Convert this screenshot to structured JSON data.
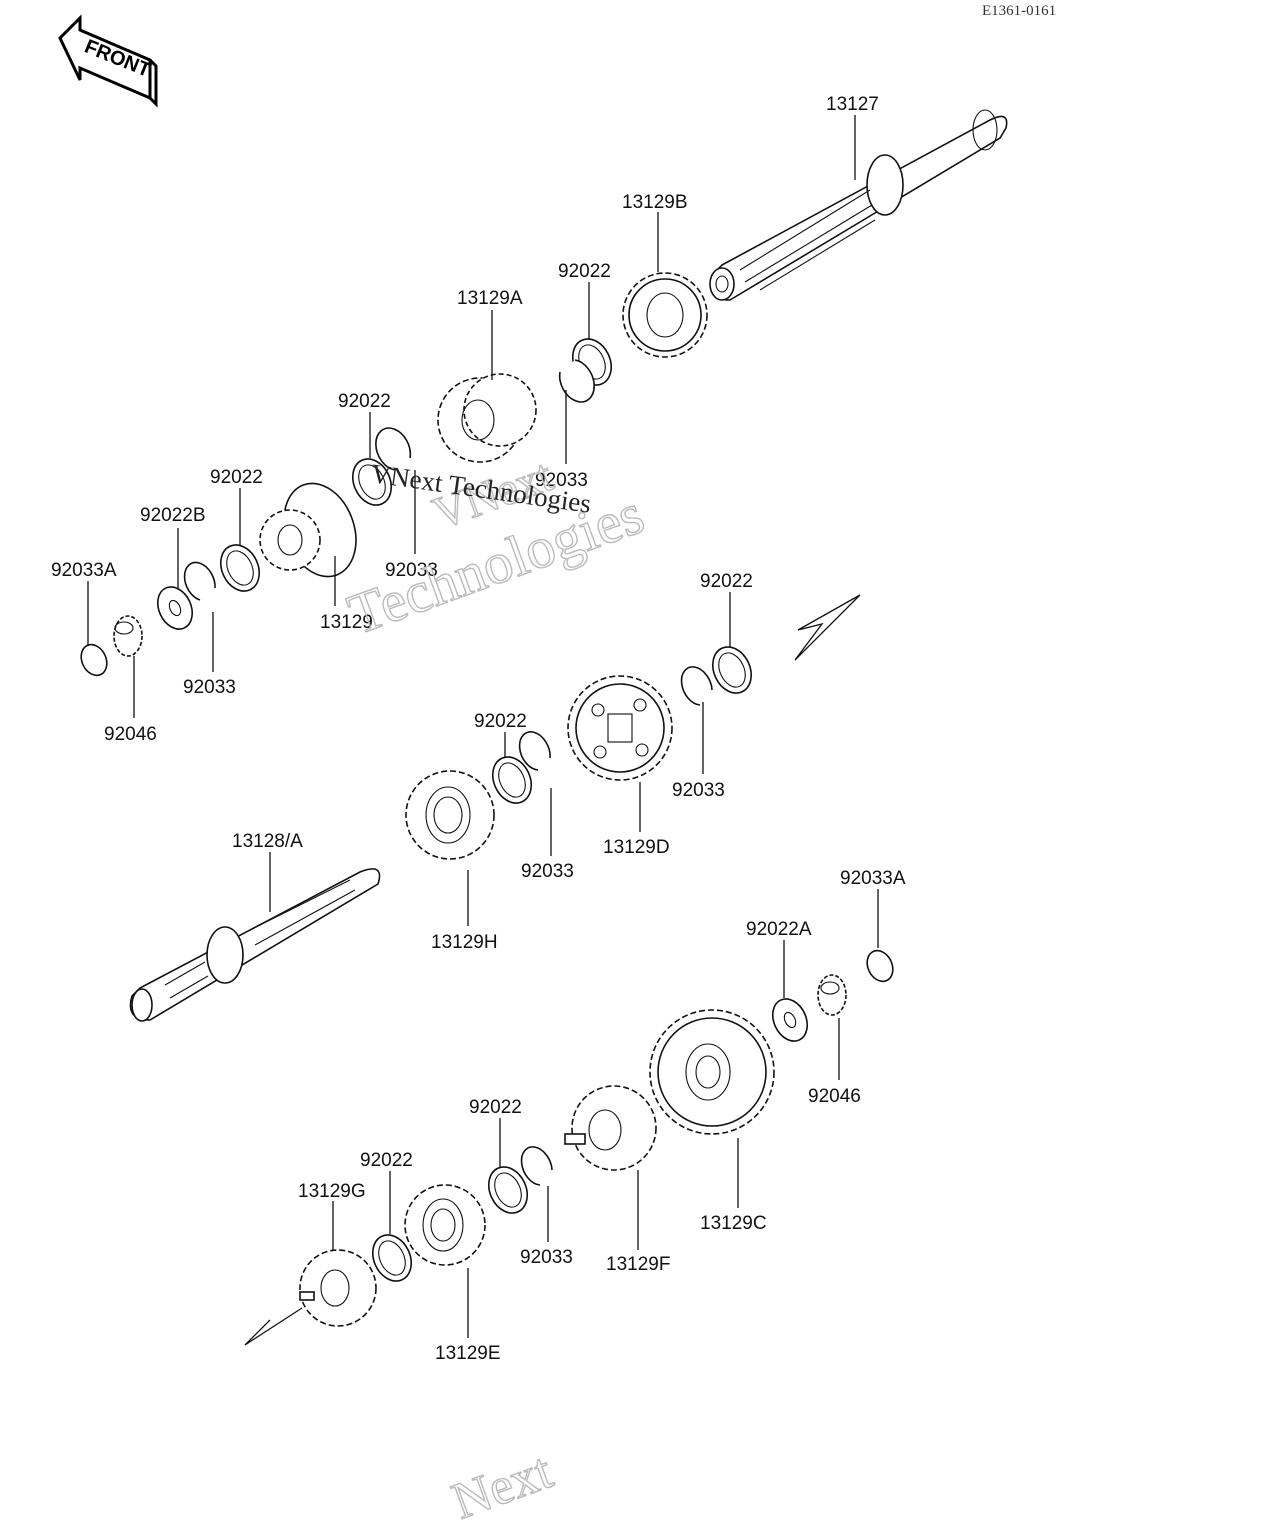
{
  "diagram": {
    "reference_code": "E1361-0161",
    "front_arrow_label": "FRONT",
    "watermark": {
      "line1": "VNext",
      "line2": "Technologies",
      "solid_text": "VNext Technologies",
      "bottom_fragment": "Next"
    },
    "labels": [
      "13127",
      "13129B",
      "92022",
      "13129A",
      "92022",
      "92033",
      "92022",
      "92033",
      "92022B",
      "92033A",
      "92046",
      "92033",
      "13129",
      "92022",
      "92022",
      "92033",
      "13129D",
      "92033",
      "13128/A",
      "13129H",
      "92033A",
      "92022A",
      "92046",
      "92022",
      "92022",
      "13129G",
      "92033",
      "13129F",
      "13129C",
      "13129E"
    ]
  }
}
